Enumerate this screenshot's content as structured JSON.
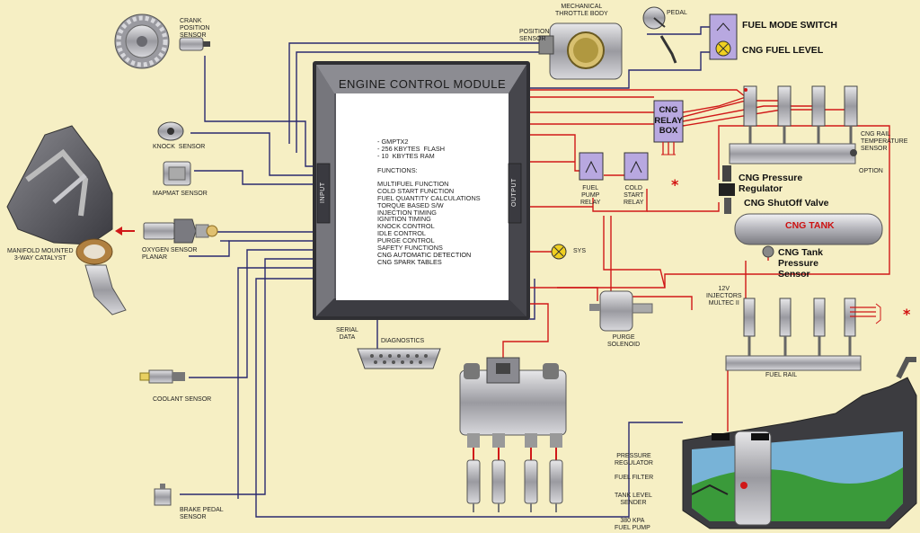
{
  "ecm": {
    "title": "ENGINE CONTROL MODULE",
    "spec_lines": [
      "- GMPTX2",
      "- 256 KBYTES  FLASH",
      "- 10  KBYTES RAM"
    ],
    "functions_heading": "FUNCTIONS:",
    "functions": [
      "MULTIFUEL FUNCTION",
      "COLD START FUNCTION",
      "FUEL QUANTITY CALCULATIONS",
      "TORQUE BASED S/W",
      "INJECTION TIMING",
      "IGNITION TIMING",
      "KNOCK CONTROL",
      "IDLE CONTROL",
      "PURGE CONTROL",
      "SAFETY FUNCTIONS",
      "CNG AUTOMATIC DETECTION",
      "CNG SPARK TABLES"
    ],
    "input_label": "INPUT",
    "output_label": "OUTPUT"
  },
  "labels": {
    "crank_sensor": "CRANK\nPOSITION\nSENSOR",
    "knock_sensor": "KNOCK  SENSOR",
    "mapmat_sensor": "MAPMAT SENSOR",
    "oxygen_sensor": "OXYGEN SENSOR\nPLANAR",
    "manifold": "MANIFOLD MOUNTED\n3-WAY CATALYST",
    "coolant_sensor": "COOLANT SENSOR",
    "brake_sensor": "BRAKE PEDAL\nSENSOR",
    "throttle_body": "MECHANICAL\nTHROTTLE BODY",
    "position_sensor": "POSITION\nSENSOR",
    "pedal": "PEDAL",
    "fuel_mode_switch": "FUEL MODE SWITCH",
    "cng_fuel_level": "CNG FUEL LEVEL",
    "cng_relay_box": "CNG\nRELAY\nBOX",
    "cng_rail_temp": "CNG RAIL\nTEMPERATURE\nSENSOR",
    "option": "OPTION",
    "cng_pressure_regulator": "CNG Pressure\nRegulator",
    "cng_shutoff_valve": "CNG ShutOff Valve",
    "cng_tank": "CNG TANK",
    "cng_tank_pressure_sensor": "CNG Tank\nPressure\nSensor",
    "fuel_pump_relay": "FUEL\nPUMP\nRELAY",
    "cold_start_relay": "COLD\nSTART\nRELAY",
    "sys": "SYS",
    "purge_solenoid": "PURGE\nSOLENOID",
    "injectors": "12V\nINJECTORS\nMULTEC II",
    "fuel_rail": "FUEL RAIL",
    "serial_data": "SERIAL\nDATA",
    "diagnostics": "DIAGNOSTICS",
    "pressure_regulator": "PRESSURE\nREGULATOR",
    "fuel_filter": "FUEL FILTER",
    "tank_level_sender": "TANK LEVEL\nSENDER",
    "fuel_pump": "380 KPa\nFUEL PUMP",
    "asterisk": "*"
  },
  "colors": {
    "background": "#f6efc4",
    "wire_signal": "#2a2a6e",
    "wire_cng": "#d01818",
    "ecm_frame": "#4a4a4a",
    "cng_tank": "#c0c0c4",
    "fuel_tank": "#3c3c3c"
  }
}
